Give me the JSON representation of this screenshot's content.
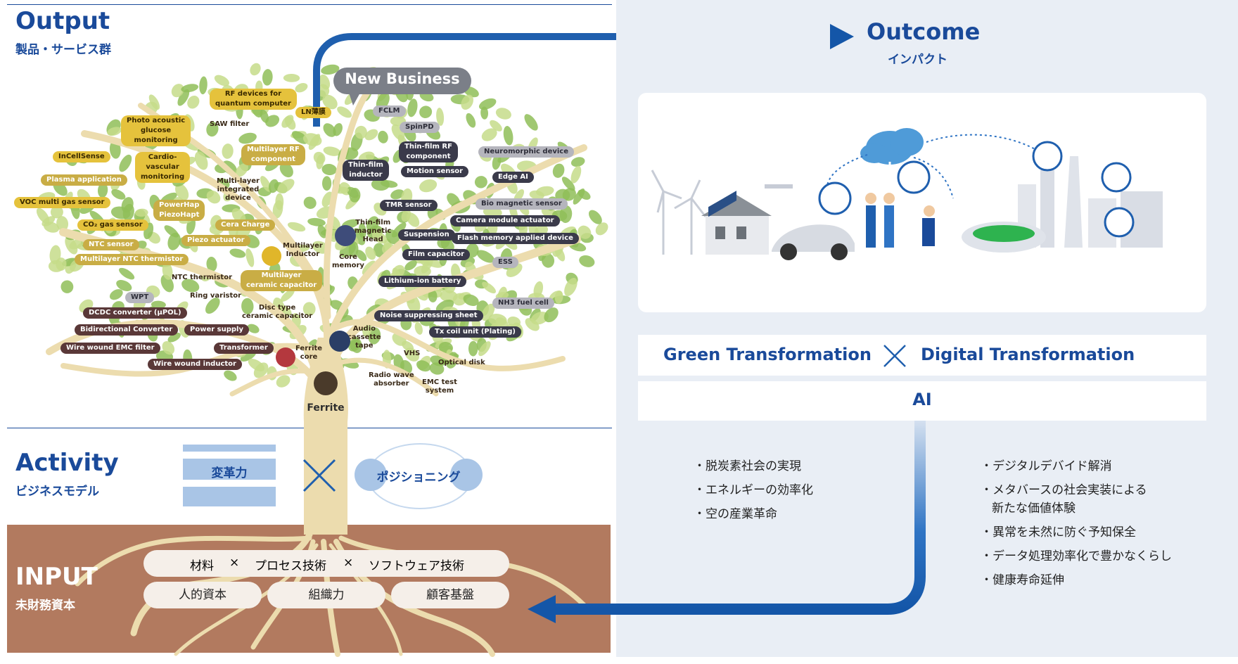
{
  "output": {
    "title": "Output",
    "subtitle": "製品・サービス群"
  },
  "outcome": {
    "title": "Outcome",
    "subtitle": "インパクト"
  },
  "activity": {
    "title": "Activity",
    "subtitle": "ビジネスモデル",
    "left_box": "変革力",
    "times": "×",
    "right_box": "ポジショニング"
  },
  "input": {
    "title": "INPUT",
    "subtitle": "未財務資本",
    "row1": [
      "材料",
      "×",
      "プロセス技術",
      "×",
      "ソフトウェア技術"
    ],
    "row2": [
      "人的資本",
      "組織力",
      "顧客基盤"
    ]
  },
  "new_business": "New Business",
  "ferrite": "Ferrite",
  "transformation": {
    "green": "Green Transformation",
    "times": "×",
    "digital": "Digital Transformation",
    "ai": "AI"
  },
  "gx_bullets": [
    "・脱炭素社会の実現",
    "・エネルギーの効率化",
    "・空の産業革命"
  ],
  "dx_bullets": [
    "・デジタルデバイド解消",
    "・メタバースの社会実装による",
    "新たな価値体験",
    "・異常を未然に防ぐ予知保全",
    "・データ処理効率化で豊かなくらし",
    "・健康寿命延伸"
  ],
  "tree_labels": [
    {
      "text": "RF devices for\nquantum computer",
      "style": "y"
    },
    {
      "text": "LN薄膜",
      "style": "y"
    },
    {
      "text": "FCLM",
      "style": "l"
    },
    {
      "text": "SpinPD",
      "style": "l"
    },
    {
      "text": "Photo acoustic\nglucose\nmonitoring",
      "style": "y"
    },
    {
      "text": "SAW filter",
      "style": "t"
    },
    {
      "text": "Multilayer RF\ncomponent",
      "style": "g"
    },
    {
      "text": "Thin-film RF\ncomponent",
      "style": "d"
    },
    {
      "text": "Neuromorphic device",
      "style": "l"
    },
    {
      "text": "InCellSense",
      "style": "y"
    },
    {
      "text": "Cardio-\nvascular\nmonitoring",
      "style": "y"
    },
    {
      "text": "Thin-film\ninductor",
      "style": "d"
    },
    {
      "text": "Motion sensor",
      "style": "d"
    },
    {
      "text": "Plasma application",
      "style": "g"
    },
    {
      "text": "Multi-layer\nintegrated\ndevice",
      "style": "t"
    },
    {
      "text": "Edge AI",
      "style": "d"
    },
    {
      "text": "VOC multi gas sensor",
      "style": "y"
    },
    {
      "text": "PowerHap\nPiezoHapt",
      "style": "g"
    },
    {
      "text": "TMR sensor",
      "style": "d"
    },
    {
      "text": "Bio magnetic sensor",
      "style": "l"
    },
    {
      "text": "CO₂ gas sensor",
      "style": "y"
    },
    {
      "text": "Cera Charge",
      "style": "g"
    },
    {
      "text": "Camera module actuator",
      "style": "d"
    },
    {
      "text": "Thin-film\nmagnetic\nHead",
      "style": "t"
    },
    {
      "text": "Suspension",
      "style": "d"
    },
    {
      "text": "Piezo actuator",
      "style": "g"
    },
    {
      "text": "Flash memory applied device",
      "style": "d"
    },
    {
      "text": "NTC sensor",
      "style": "g"
    },
    {
      "text": "Multilayer\nInductor",
      "style": "t"
    },
    {
      "text": "Film capacitor",
      "style": "d"
    },
    {
      "text": "Multilayer NTC thermistor",
      "style": "g"
    },
    {
      "text": "Core\nmemory",
      "style": "t"
    },
    {
      "text": "ESS",
      "style": "l"
    },
    {
      "text": "NTC thermistor",
      "style": "t"
    },
    {
      "text": "Multilayer\nceramic capacitor",
      "style": "g"
    },
    {
      "text": "Lithium-ion battery",
      "style": "d"
    },
    {
      "text": "WPT",
      "style": "l"
    },
    {
      "text": "Ring varistor",
      "style": "t"
    },
    {
      "text": "NH3 fuel cell",
      "style": "l"
    },
    {
      "text": "DCDC converter (μPOL)",
      "style": "b"
    },
    {
      "text": "Disc type\nceramic capacitor",
      "style": "t"
    },
    {
      "text": "Noise suppressing sheet",
      "style": "d"
    },
    {
      "text": "Bidirectional Converter",
      "style": "b"
    },
    {
      "text": "Power supply",
      "style": "b"
    },
    {
      "text": "Tx coil unit (Plating)",
      "style": "d"
    },
    {
      "text": "Audio\ncassette\ntape",
      "style": "t"
    },
    {
      "text": "Wire wound EMC filter",
      "style": "b"
    },
    {
      "text": "Transformer",
      "style": "b"
    },
    {
      "text": "Ferrite\ncore",
      "style": "t"
    },
    {
      "text": "VHS",
      "style": "t"
    },
    {
      "text": "Optical disk",
      "style": "t"
    },
    {
      "text": "Wire wound inductor",
      "style": "b"
    },
    {
      "text": "Radio wave\nabsorber",
      "style": "t"
    },
    {
      "text": "EMC test\nsystem",
      "style": "t"
    }
  ],
  "colors": {
    "brand_blue": "#1a4a9a",
    "arrow_blue": "#1f5fae",
    "soil": "#b27a5f",
    "trunk": "#ecdcae",
    "leaf_light": "#c6dc8a",
    "leaf_dark": "#8fbe58",
    "panel": "#e9eef5"
  }
}
